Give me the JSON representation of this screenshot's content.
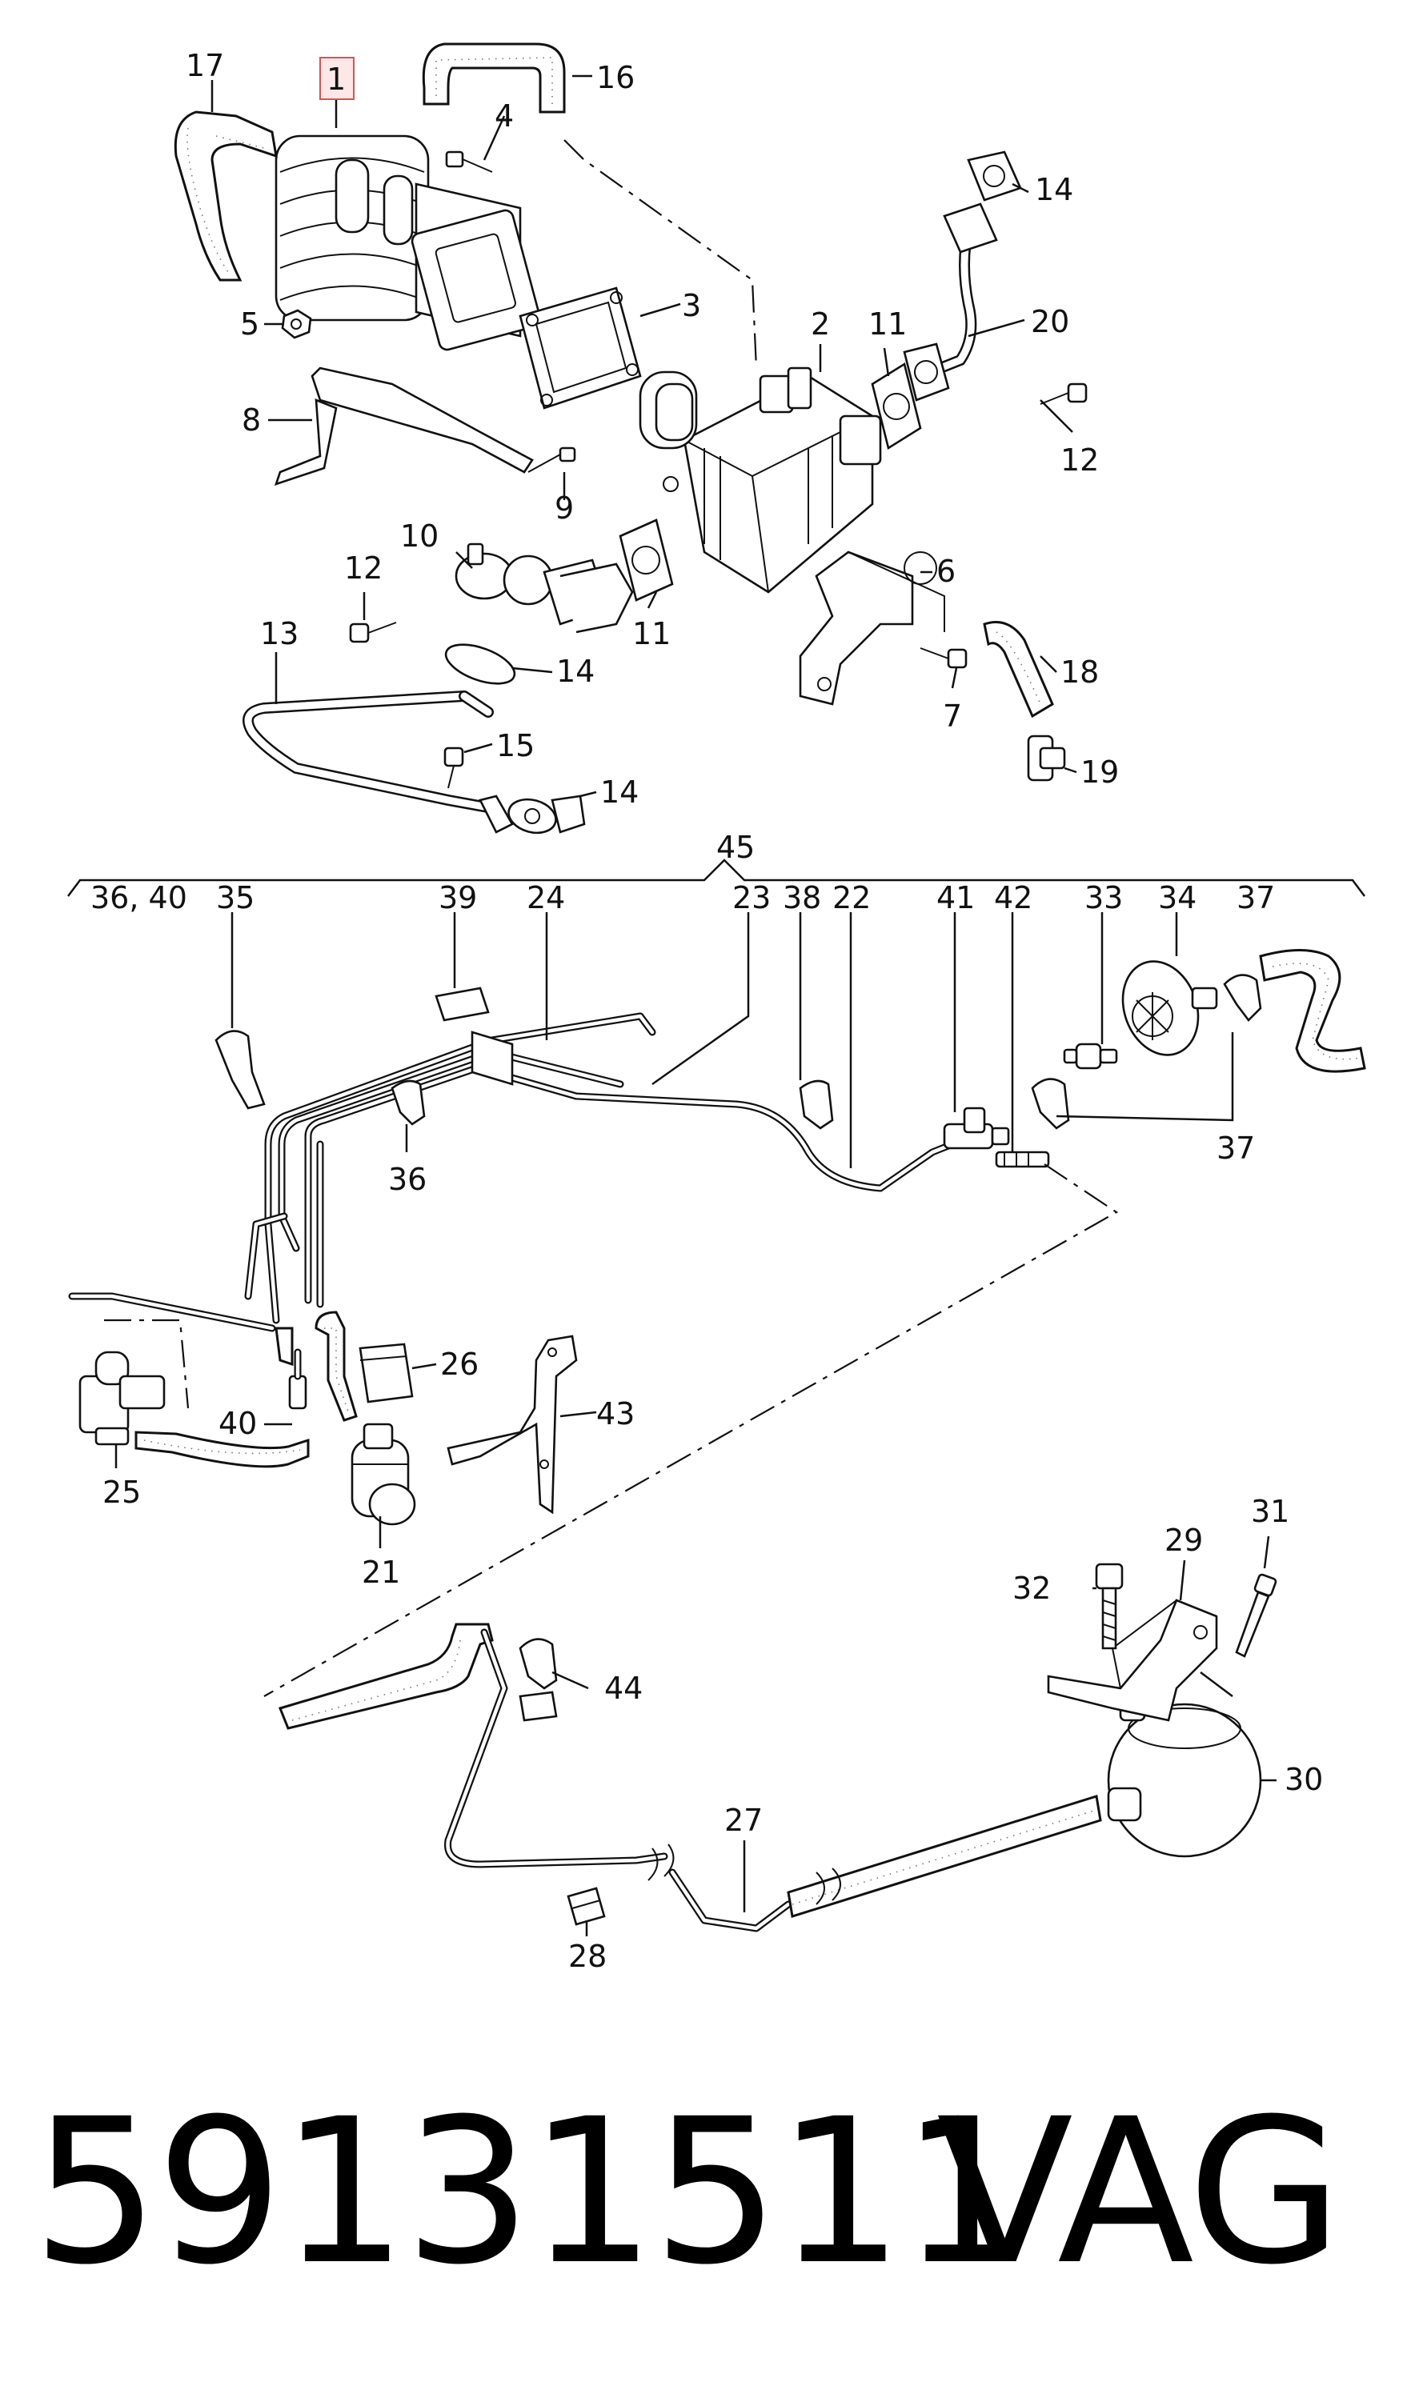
{
  "callouts": {
    "c1": "1",
    "c2": "2",
    "c3": "3",
    "c4": "4",
    "c5": "5",
    "c6": "6",
    "c7": "7",
    "c8": "8",
    "c9": "9",
    "c10": "10",
    "c11a": "11",
    "c11b": "11",
    "c12a": "12",
    "c12b": "12",
    "c13": "13",
    "c14a": "14",
    "c14b": "14",
    "c14c": "14",
    "c15": "15",
    "c16": "16",
    "c17": "17",
    "c18": "18",
    "c19": "19",
    "c20": "20",
    "c21": "21",
    "c22": "22",
    "c23": "23",
    "c24": "24",
    "c25": "25",
    "c26": "26",
    "c27": "27",
    "c28": "28",
    "c29": "29",
    "c30": "30",
    "c31": "31",
    "c32": "32",
    "c33": "33",
    "c34": "34",
    "c35": "35",
    "c36a": "36, 40",
    "c36b": "36",
    "c37a": "37",
    "c37b": "37",
    "c38": "38",
    "c39": "39",
    "c40": "40",
    "c41": "41",
    "c42": "42",
    "c43": "43",
    "c44": "44",
    "c45": "45"
  },
  "highlighted_part": "1",
  "footer": {
    "part_number": "59131511",
    "brand": "VAG"
  }
}
